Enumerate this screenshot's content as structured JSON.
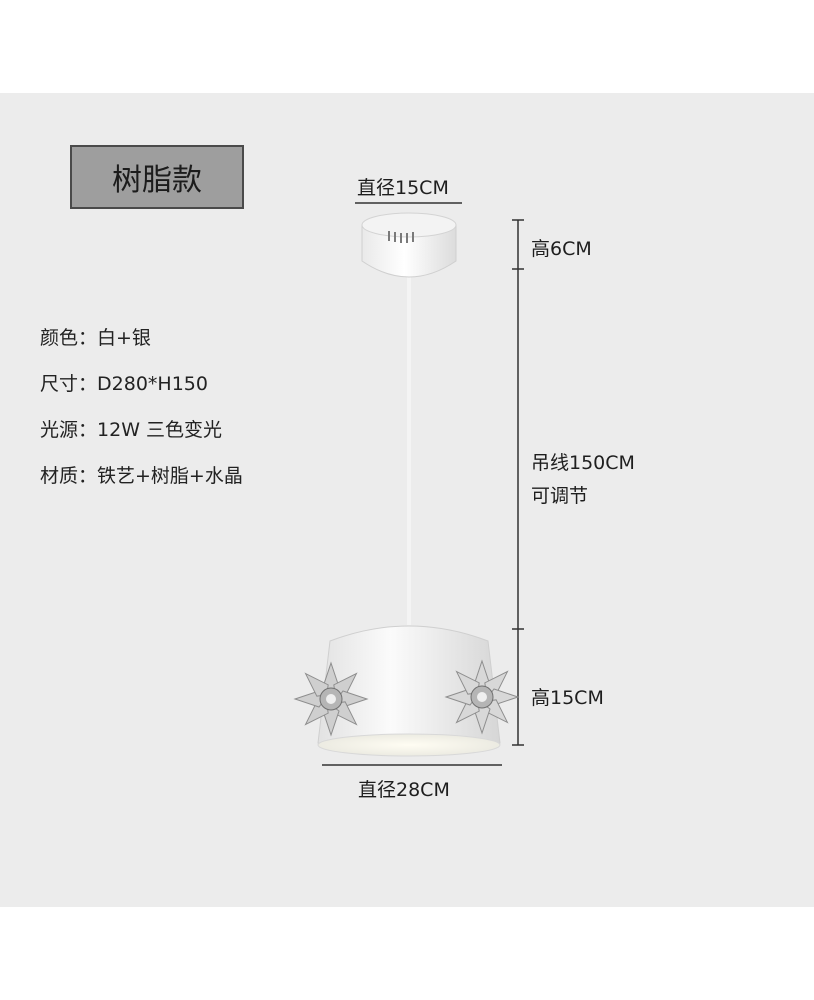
{
  "title": "树脂款",
  "specs": [
    {
      "label": "颜色：",
      "value": "白+银"
    },
    {
      "label": "尺寸：",
      "value": "D280*H150"
    },
    {
      "label": "光源：",
      "value": "12W 三色变光"
    },
    {
      "label": "材质：",
      "value": "铁艺+树脂+水晶"
    }
  ],
  "dimensions": {
    "canopy_diameter": "直径15CM",
    "canopy_height": "高6CM",
    "cord_length": "吊线150CM",
    "cord_note": "可调节",
    "shade_height": "高15CM",
    "shade_diameter": "直径28CM"
  },
  "colors": {
    "panel_bg": "#ececec",
    "title_box_bg": "#9e9e9e",
    "lamp_white": "#f7f7f7"
  }
}
